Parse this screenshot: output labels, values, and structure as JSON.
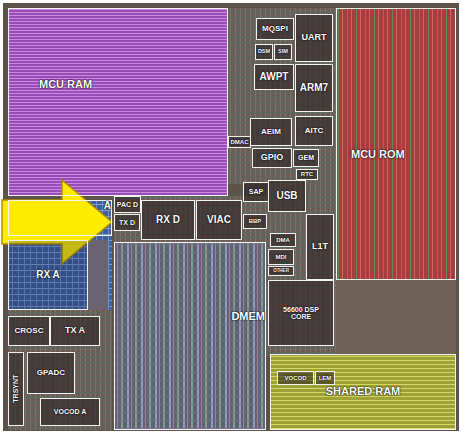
{
  "diagram": {
    "nodes": [
      {
        "text": [
          "MCU RAM"
        ]
      },
      {
        "text": [
          "MQSPI"
        ]
      },
      {
        "text": [
          "DSM"
        ]
      },
      {
        "text": [
          "SIM"
        ]
      },
      {
        "text": [
          "UART"
        ]
      },
      {
        "text": [
          "AWPT"
        ]
      },
      {
        "text": [
          "ARM7"
        ]
      },
      {
        "text": [
          "AEIM"
        ]
      },
      {
        "text": [
          "AITC"
        ]
      },
      {
        "text": [
          "DMAC"
        ]
      },
      {
        "text": [
          "GPIO"
        ]
      },
      {
        "text": [
          "GEM"
        ]
      },
      {
        "text": [
          "RTC"
        ]
      },
      {
        "text": [
          "MCU ROM"
        ]
      },
      {
        "text": [
          "PAC D"
        ]
      },
      {
        "text": [
          "TX D"
        ]
      },
      {
        "text": [
          "RX D"
        ]
      },
      {
        "text": [
          "VIAC"
        ]
      },
      {
        "text": [
          "SAP"
        ]
      },
      {
        "text": [
          "BBP"
        ]
      },
      {
        "text": [
          "USB"
        ]
      },
      {
        "text": [
          "DMA"
        ]
      },
      {
        "text": [
          "MDI"
        ]
      },
      {
        "text": [
          "OTHER"
        ]
      },
      {
        "text": [
          "L1T"
        ]
      },
      {
        "text": [
          "56600 DSP CORE"
        ]
      },
      {
        "text": [
          "VOCOD"
        ]
      },
      {
        "text": [
          "LEM"
        ]
      },
      {
        "text": [
          "SHARED RAM"
        ]
      },
      {
        "text": [
          "DMEM"
        ]
      },
      {
        "text": [
          "A"
        ]
      },
      {
        "text": [
          "RX A"
        ]
      },
      {
        "text": [
          "CROSC"
        ]
      },
      {
        "text": [
          "TX A"
        ]
      },
      {
        "text": [
          "TRSYNT"
        ]
      },
      {
        "text": [
          "GPADC"
        ]
      },
      {
        "text": [
          "VOCOD A"
        ]
      }
    ]
  }
}
